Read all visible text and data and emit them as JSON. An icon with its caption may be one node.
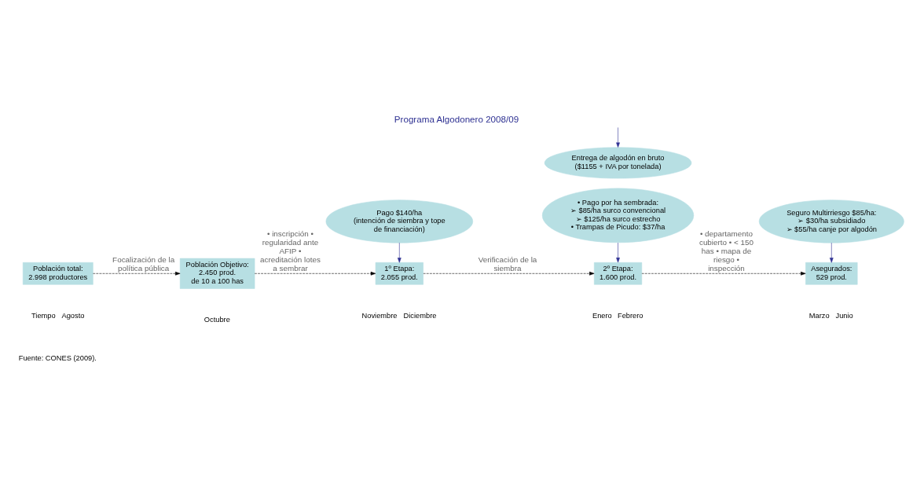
{
  "diagram": {
    "title": "Programa Algodonero 2008/09",
    "nodes": [
      {
        "text": [
          "Población total:",
          "2.998 productores"
        ]
      },
      {
        "text": [
          "Población Objetivo:",
          "2.450 prod.",
          "de 10 a 100 has"
        ]
      },
      {
        "text": [
          "1º Etapa:",
          "2.055 prod."
        ]
      },
      {
        "text": [
          "2º Etapa:",
          "1.600 prod."
        ]
      },
      {
        "text": [
          "Asegurados:",
          "529 prod."
        ]
      },
      {
        "text": [
          "Pago $140/ha",
          "(intención de siembra y tope de financiación)"
        ]
      },
      {
        "text": [
          "• Pago por ha sembrada:",
          "➢ $85/ha surco convencional",
          "➢ $125/ha surco estrecho",
          "• Trampas de Picudo: $37/ha"
        ]
      },
      {
        "text": [
          "Seguro Multirriesgo $85/ha:",
          "➢ $30/ha subsidiado",
          "➢ $55/ha canje por algodón"
        ]
      },
      {
        "text": [
          "Entrega de algodón en bruto",
          "($1155 + IVA por tonelada)"
        ]
      }
    ],
    "edges": [
      {
        "from": 0,
        "to": 1,
        "arrow": "to",
        "style": "dashed",
        "label": "Focalización de la política pública"
      },
      {
        "from": 1,
        "to": 2,
        "arrow": "to",
        "style": "dashed",
        "label": "• inscripción • regularidad ante AFIP • acreditación lotes a sembrar"
      },
      {
        "from": 2,
        "to": 3,
        "arrow": "to",
        "style": "dashed",
        "label": "Verificación de la siembra"
      },
      {
        "from": 3,
        "to": 4,
        "arrow": "to",
        "style": "dashed",
        "label": "• departamento cubierto • < 150 has • mapa de riesgo • inspección"
      },
      {
        "from": 5,
        "to": 2,
        "arrow": "to",
        "color": "#2e3192"
      },
      {
        "from": 6,
        "to": 3,
        "arrow": "to",
        "color": "#2e3192"
      },
      {
        "from": 7,
        "to": 4,
        "arrow": "to",
        "color": "#2e3192"
      },
      {
        "from": null,
        "to": 8,
        "arrow": "to",
        "color": "#2e3192"
      }
    ],
    "labels": [
      "Tiempo",
      "Agosto",
      "Octubre",
      "Noviembre",
      "Diciembre",
      "Enero",
      "Febrero",
      "Marzo",
      "Junio",
      "Fuente: CONES (2009)."
    ]
  }
}
